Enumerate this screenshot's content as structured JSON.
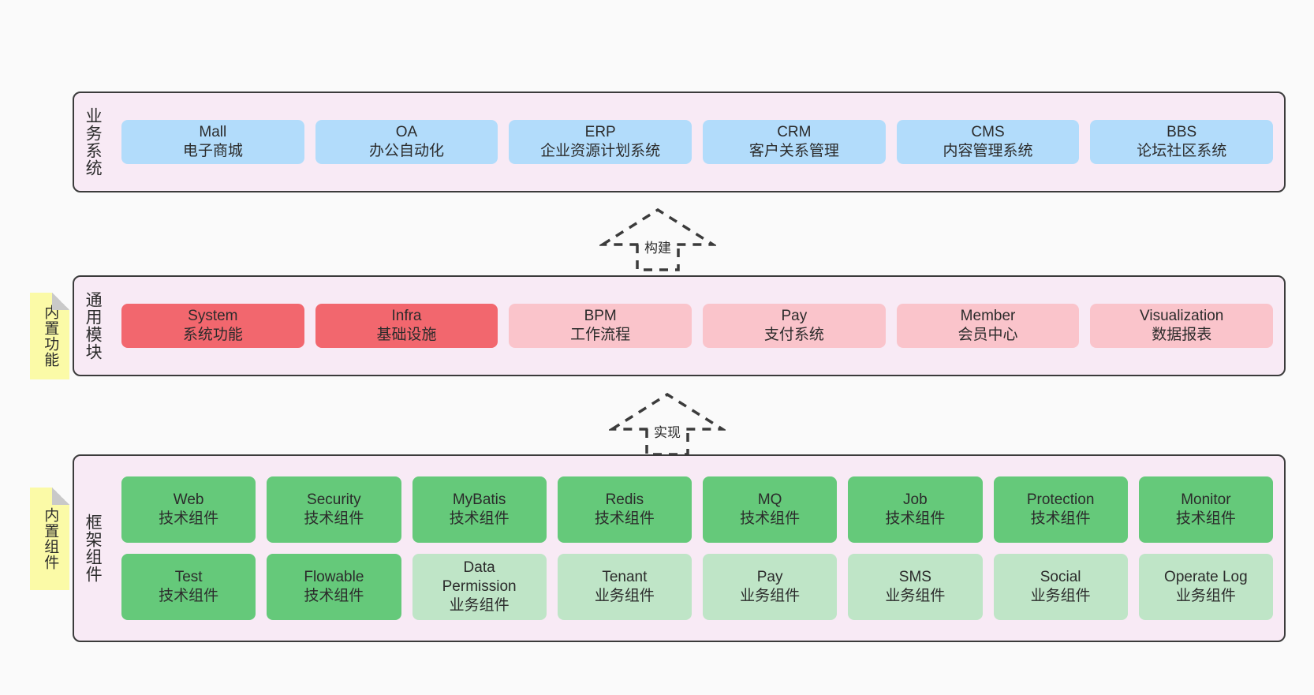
{
  "colors": {
    "background": "#fafafa",
    "layer_fill": "#f8eaf5",
    "layer_border": "#3b3b3b",
    "blue": "#b2dcfb",
    "red": "#f2676e",
    "pink": "#fac4cb",
    "green": "#65c97a",
    "green_light": "#bfe5c7",
    "note_yellow": "#fbfaa7"
  },
  "layers": [
    {
      "id": "business-systems",
      "title": "业务系统",
      "rows": [
        [
          {
            "name": "Mall",
            "desc": "电子商城",
            "style": "blue"
          },
          {
            "name": "OA",
            "desc": "办公自动化",
            "style": "blue"
          },
          {
            "name": "ERP",
            "desc": "企业资源计划系统",
            "style": "blue"
          },
          {
            "name": "CRM",
            "desc": "客户关系管理",
            "style": "blue"
          },
          {
            "name": "CMS",
            "desc": "内容管理系统",
            "style": "blue"
          },
          {
            "name": "BBS",
            "desc": "论坛社区系统",
            "style": "blue"
          }
        ]
      ]
    },
    {
      "id": "common-modules",
      "title": "通用模块",
      "note": "内置功能",
      "rows": [
        [
          {
            "name": "System",
            "desc": "系统功能",
            "style": "red"
          },
          {
            "name": "Infra",
            "desc": "基础设施",
            "style": "red"
          },
          {
            "name": "BPM",
            "desc": "工作流程",
            "style": "pink"
          },
          {
            "name": "Pay",
            "desc": "支付系统",
            "style": "pink"
          },
          {
            "name": "Member",
            "desc": "会员中心",
            "style": "pink"
          },
          {
            "name": "Visualization",
            "desc": "数据报表",
            "style": "pink"
          }
        ]
      ]
    },
    {
      "id": "framework-components",
      "title": "框架组件",
      "note": "内置组件",
      "rows": [
        [
          {
            "name": "Web",
            "desc": "技术组件",
            "style": "green"
          },
          {
            "name": "Security",
            "desc": "技术组件",
            "style": "green"
          },
          {
            "name": "MyBatis",
            "desc": "技术组件",
            "style": "green"
          },
          {
            "name": "Redis",
            "desc": "技术组件",
            "style": "green"
          },
          {
            "name": "MQ",
            "desc": "技术组件",
            "style": "green"
          },
          {
            "name": "Job",
            "desc": "技术组件",
            "style": "green"
          },
          {
            "name": "Protection",
            "desc": "技术组件",
            "style": "green"
          },
          {
            "name": "Monitor",
            "desc": "技术组件",
            "style": "green"
          }
        ],
        [
          {
            "name": "Test",
            "desc": "技术组件",
            "style": "green"
          },
          {
            "name": "Flowable",
            "desc": "技术组件",
            "style": "green"
          },
          {
            "name": "Data Permission",
            "desc": "业务组件",
            "style": "green-light"
          },
          {
            "name": "Tenant",
            "desc": "业务组件",
            "style": "green-light"
          },
          {
            "name": "Pay",
            "desc": "业务组件",
            "style": "green-light"
          },
          {
            "name": "SMS",
            "desc": "业务组件",
            "style": "green-light"
          },
          {
            "name": "Social",
            "desc": "业务组件",
            "style": "green-light"
          },
          {
            "name": "Operate Log",
            "desc": "业务组件",
            "style": "green-light"
          }
        ]
      ]
    }
  ],
  "connectors": [
    {
      "id": "build",
      "label": "构建"
    },
    {
      "id": "implement",
      "label": "实现"
    }
  ]
}
